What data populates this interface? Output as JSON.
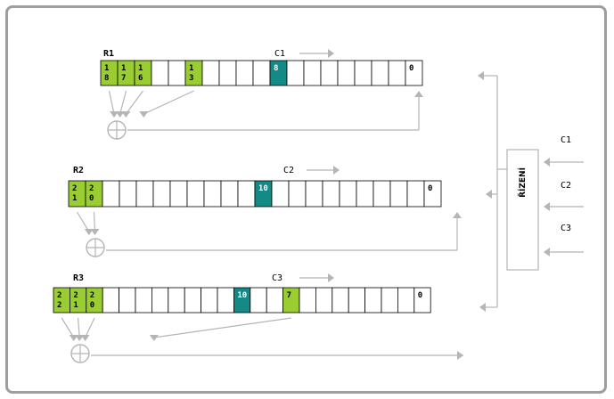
{
  "registers": [
    {
      "name": "R1",
      "clock": "C1",
      "cells": [
        {
          "text": "1\n8",
          "kind": "tap"
        },
        {
          "text": "1\n7",
          "kind": "tap"
        },
        {
          "text": "1\n6",
          "kind": "tap"
        },
        {
          "text": "",
          "kind": "plain"
        },
        {
          "text": "",
          "kind": "plain"
        },
        {
          "text": "1\n3",
          "kind": "tap"
        },
        {
          "text": "",
          "kind": "plain"
        },
        {
          "text": "",
          "kind": "plain"
        },
        {
          "text": "",
          "kind": "plain"
        },
        {
          "text": "",
          "kind": "plain"
        },
        {
          "text": "8",
          "kind": "clock"
        },
        {
          "text": "",
          "kind": "plain"
        },
        {
          "text": "",
          "kind": "plain"
        },
        {
          "text": "",
          "kind": "plain"
        },
        {
          "text": "",
          "kind": "plain"
        },
        {
          "text": "",
          "kind": "plain"
        },
        {
          "text": "",
          "kind": "plain"
        },
        {
          "text": "",
          "kind": "plain"
        },
        {
          "text": "0",
          "kind": "plain"
        }
      ]
    },
    {
      "name": "R2",
      "clock": "C2",
      "cells": [
        {
          "text": "2\n1",
          "kind": "tap"
        },
        {
          "text": "2\n0",
          "kind": "tap"
        },
        {
          "text": "",
          "kind": "plain"
        },
        {
          "text": "",
          "kind": "plain"
        },
        {
          "text": "",
          "kind": "plain"
        },
        {
          "text": "",
          "kind": "plain"
        },
        {
          "text": "",
          "kind": "plain"
        },
        {
          "text": "",
          "kind": "plain"
        },
        {
          "text": "",
          "kind": "plain"
        },
        {
          "text": "",
          "kind": "plain"
        },
        {
          "text": "",
          "kind": "plain"
        },
        {
          "text": "10",
          "kind": "clock"
        },
        {
          "text": "",
          "kind": "plain"
        },
        {
          "text": "",
          "kind": "plain"
        },
        {
          "text": "",
          "kind": "plain"
        },
        {
          "text": "",
          "kind": "plain"
        },
        {
          "text": "",
          "kind": "plain"
        },
        {
          "text": "",
          "kind": "plain"
        },
        {
          "text": "",
          "kind": "plain"
        },
        {
          "text": "",
          "kind": "plain"
        },
        {
          "text": "",
          "kind": "plain"
        },
        {
          "text": "0",
          "kind": "plain"
        }
      ]
    },
    {
      "name": "R3",
      "clock": "C3",
      "cells": [
        {
          "text": "2\n2",
          "kind": "tap"
        },
        {
          "text": "2\n1",
          "kind": "tap"
        },
        {
          "text": "2\n0",
          "kind": "tap"
        },
        {
          "text": "",
          "kind": "plain"
        },
        {
          "text": "",
          "kind": "plain"
        },
        {
          "text": "",
          "kind": "plain"
        },
        {
          "text": "",
          "kind": "plain"
        },
        {
          "text": "",
          "kind": "plain"
        },
        {
          "text": "",
          "kind": "plain"
        },
        {
          "text": "",
          "kind": "plain"
        },
        {
          "text": "",
          "kind": "plain"
        },
        {
          "text": "10",
          "kind": "clock"
        },
        {
          "text": "",
          "kind": "plain"
        },
        {
          "text": "",
          "kind": "plain"
        },
        {
          "text": "7",
          "kind": "tap"
        },
        {
          "text": "",
          "kind": "plain"
        },
        {
          "text": "",
          "kind": "plain"
        },
        {
          "text": "",
          "kind": "plain"
        },
        {
          "text": "",
          "kind": "plain"
        },
        {
          "text": "",
          "kind": "plain"
        },
        {
          "text": "",
          "kind": "plain"
        },
        {
          "text": "",
          "kind": "plain"
        },
        {
          "text": "0",
          "kind": "plain"
        }
      ]
    }
  ],
  "control": {
    "label": "ŘÍZENÍ",
    "inputs": [
      "C1",
      "C2",
      "C3"
    ]
  },
  "xor_symbol": "⊕",
  "colors": {
    "tap": "#9acd32",
    "clock": "#138a86",
    "line": "#b5b5b5",
    "border": "#9e9e9e"
  }
}
